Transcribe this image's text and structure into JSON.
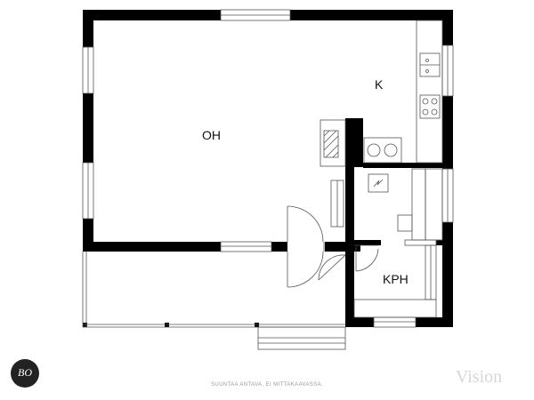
{
  "rooms": {
    "living": "OH",
    "kitchen": "K",
    "bathroom": "KPH"
  },
  "logo_text": "BO",
  "brand": "Vision",
  "disclaimer": "SUUNTAA ANTAVA, EI MITTAKAAVASSA.",
  "colors": {
    "wall": "#000000",
    "line": "#555555",
    "background": "#ffffff"
  }
}
